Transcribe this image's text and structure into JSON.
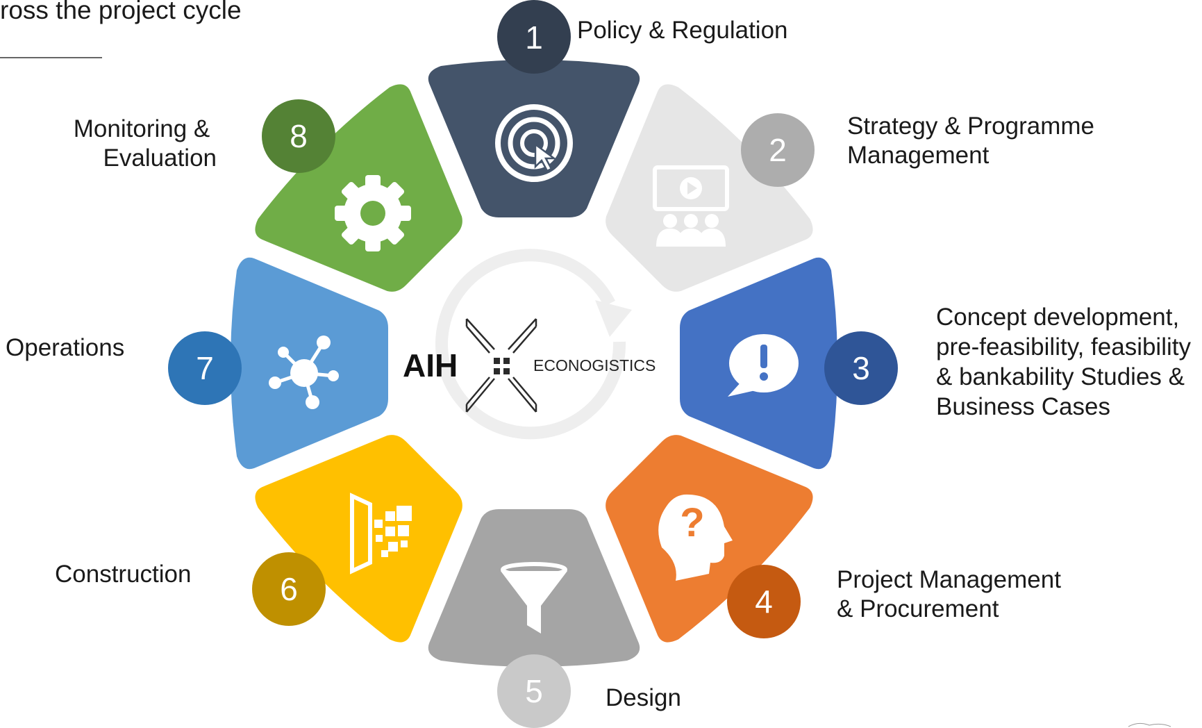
{
  "header": {
    "title": "ross the project cycle"
  },
  "logo": {
    "left_text": "AIH",
    "right_text": "ECONOGISTICS"
  },
  "stages": [
    {
      "number": "1",
      "label_lines": [
        "Policy & Regulation"
      ],
      "icon": "target-cursor-icon",
      "color": "#44546A",
      "badge_color": "#333F50"
    },
    {
      "number": "2",
      "label_lines": [
        "Strategy & Programme",
        "Management"
      ],
      "icon": "presentation-audience-icon",
      "color": "#E6E6E6",
      "badge_color": "#ADADAD"
    },
    {
      "number": "3",
      "label_lines": [
        "Concept development,",
        "pre-feasibility, feasibility",
        "& bankability Studies &",
        "Business Cases"
      ],
      "icon": "speech-bubble-exclamation-icon",
      "color": "#4472C4",
      "badge_color": "#2F5597"
    },
    {
      "number": "4",
      "label_lines": [
        "Project Management",
        "& Procurement"
      ],
      "icon": "head-question-icon",
      "color": "#ED7D31",
      "badge_color": "#C55A11"
    },
    {
      "number": "5",
      "label_lines": [
        "Design"
      ],
      "icon": "funnel-icon",
      "color": "#A5A5A5",
      "badge_color": "#C9C9C9"
    },
    {
      "number": "6",
      "label_lines": [
        "Construction"
      ],
      "icon": "doorway-blocks-icon",
      "color": "#FFC000",
      "badge_color": "#BF9000"
    },
    {
      "number": "7",
      "label_lines": [
        "Operations"
      ],
      "icon": "network-hub-icon",
      "color": "#5B9BD5",
      "badge_color": "#2E75B6"
    },
    {
      "number": "8",
      "label_lines": [
        "Monitoring &",
        "Evaluation"
      ],
      "icon": "gear-icon",
      "color": "#70AD47",
      "badge_color": "#548235"
    }
  ]
}
